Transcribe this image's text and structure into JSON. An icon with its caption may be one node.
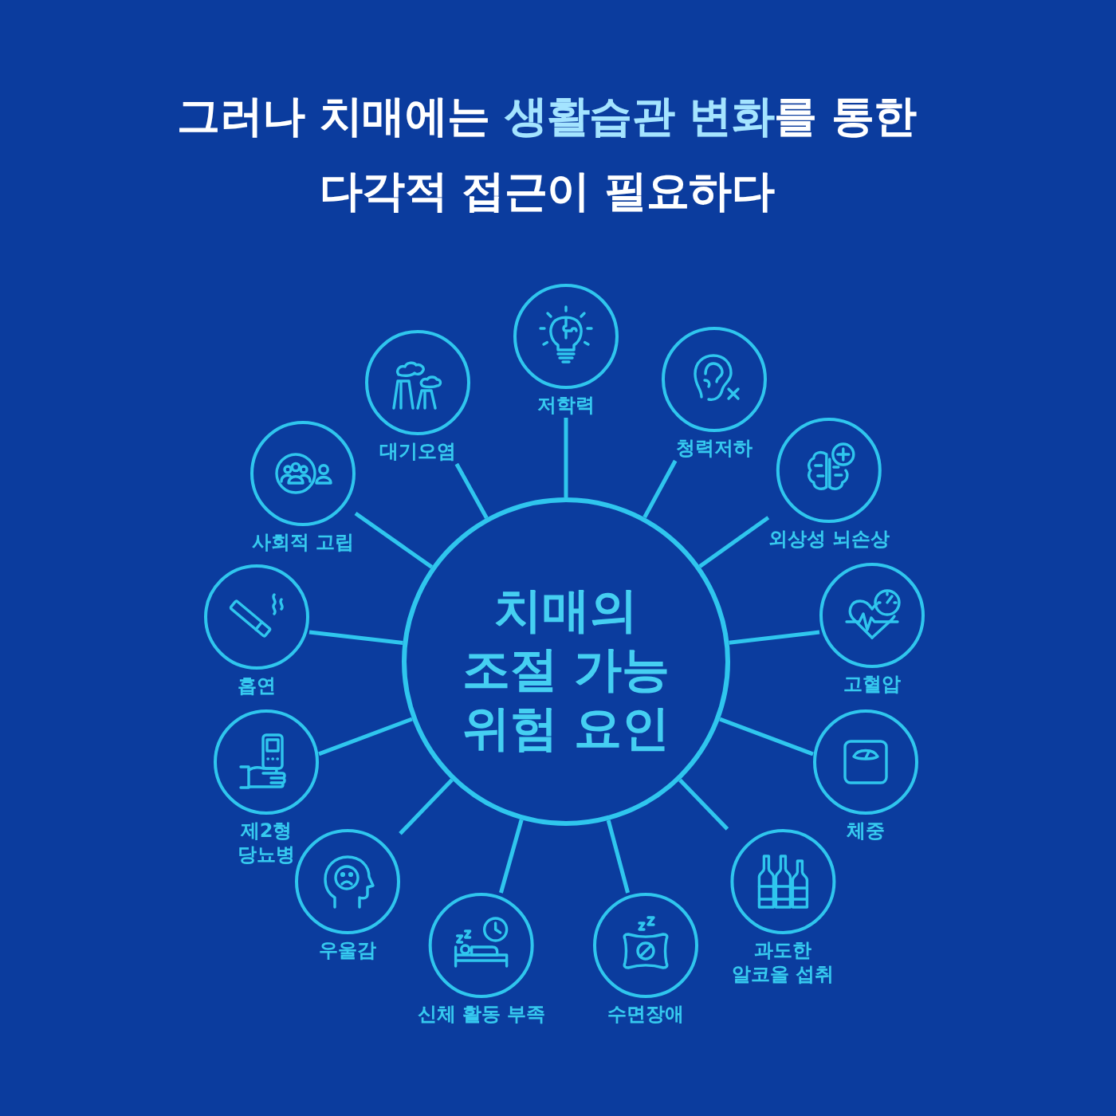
{
  "diagram": {
    "title": "그러나 치매에는 **생활습관 변화**를 통한 다각적 접근이 필요하다",
    "nodes": [
      {
        "text": [
          "치매의 조절 가능 위험 요인"
        ]
      },
      {
        "text": [
          "저학력"
        ]
      },
      {
        "text": [
          "청력저하"
        ]
      },
      {
        "text": [
          "외상성 뇌손상"
        ]
      },
      {
        "text": [
          "고혈압"
        ]
      },
      {
        "text": [
          "체중"
        ]
      },
      {
        "text": [
          "과도한 알코올 섭취"
        ]
      },
      {
        "text": [
          "수면장애"
        ]
      },
      {
        "text": [
          "신체 활동 부족"
        ]
      },
      {
        "text": [
          "우울감"
        ]
      },
      {
        "text": [
          "제2형 당뇨병"
        ]
      },
      {
        "text": [
          "흡연"
        ]
      },
      {
        "text": [
          "사회적 고립"
        ]
      },
      {
        "text": [
          "대기오염"
        ]
      }
    ],
    "edges": [
      {
        "from": 0,
        "to": 1,
        "arrow": "none"
      },
      {
        "from": 0,
        "to": 2,
        "arrow": "none"
      },
      {
        "from": 0,
        "to": 3,
        "arrow": "none"
      },
      {
        "from": 0,
        "to": 4,
        "arrow": "none"
      },
      {
        "from": 0,
        "to": 5,
        "arrow": "none"
      },
      {
        "from": 0,
        "to": 6,
        "arrow": "none"
      },
      {
        "from": 0,
        "to": 7,
        "arrow": "none"
      },
      {
        "from": 0,
        "to": 8,
        "arrow": "none"
      },
      {
        "from": 0,
        "to": 9,
        "arrow": "none"
      },
      {
        "from": 0,
        "to": 10,
        "arrow": "none"
      },
      {
        "from": 0,
        "to": 11,
        "arrow": "none"
      },
      {
        "from": 0,
        "to": 12,
        "arrow": "none"
      },
      {
        "from": 0,
        "to": 13,
        "arrow": "none"
      }
    ]
  }
}
